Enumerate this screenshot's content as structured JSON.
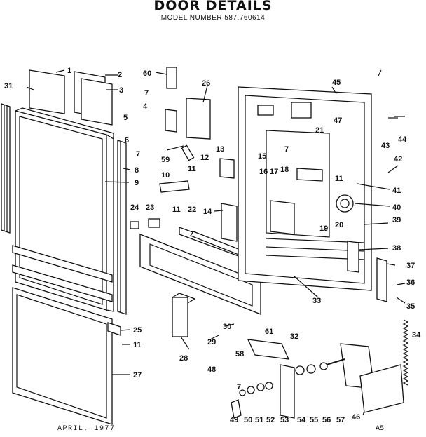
{
  "header": {
    "title": "DOOR DETAILS",
    "model": "MODEL NUMBER 587.760614"
  },
  "footer": {
    "date": "APRIL, 1977",
    "code": "A5"
  },
  "callouts": [
    {
      "n": "1"
    },
    {
      "n": "2"
    },
    {
      "n": "3"
    },
    {
      "n": "4"
    },
    {
      "n": "5"
    },
    {
      "n": "6"
    },
    {
      "n": "7"
    },
    {
      "n": "7"
    },
    {
      "n": "7"
    },
    {
      "n": "7"
    },
    {
      "n": "8"
    },
    {
      "n": "9"
    },
    {
      "n": "10"
    },
    {
      "n": "11"
    },
    {
      "n": "11"
    },
    {
      "n": "11"
    },
    {
      "n": "11"
    },
    {
      "n": "12"
    },
    {
      "n": "13"
    },
    {
      "n": "14"
    },
    {
      "n": "15"
    },
    {
      "n": "16"
    },
    {
      "n": "17"
    },
    {
      "n": "18"
    },
    {
      "n": "19"
    },
    {
      "n": "20"
    },
    {
      "n": "21"
    },
    {
      "n": "22"
    },
    {
      "n": "23"
    },
    {
      "n": "24"
    },
    {
      "n": "25"
    },
    {
      "n": "26"
    },
    {
      "n": "27"
    },
    {
      "n": "28"
    },
    {
      "n": "29"
    },
    {
      "n": "30"
    },
    {
      "n": "31"
    },
    {
      "n": "32"
    },
    {
      "n": "33"
    },
    {
      "n": "34"
    },
    {
      "n": "35"
    },
    {
      "n": "36"
    },
    {
      "n": "37"
    },
    {
      "n": "38"
    },
    {
      "n": "39"
    },
    {
      "n": "40"
    },
    {
      "n": "41"
    },
    {
      "n": "42"
    },
    {
      "n": "43"
    },
    {
      "n": "44"
    },
    {
      "n": "45"
    },
    {
      "n": "46"
    },
    {
      "n": "47"
    },
    {
      "n": "48"
    },
    {
      "n": "49"
    },
    {
      "n": "50"
    },
    {
      "n": "51"
    },
    {
      "n": "52"
    },
    {
      "n": "53"
    },
    {
      "n": "54"
    },
    {
      "n": "55"
    },
    {
      "n": "56"
    },
    {
      "n": "57"
    },
    {
      "n": "58"
    },
    {
      "n": "59"
    },
    {
      "n": "60"
    },
    {
      "n": "61"
    }
  ]
}
